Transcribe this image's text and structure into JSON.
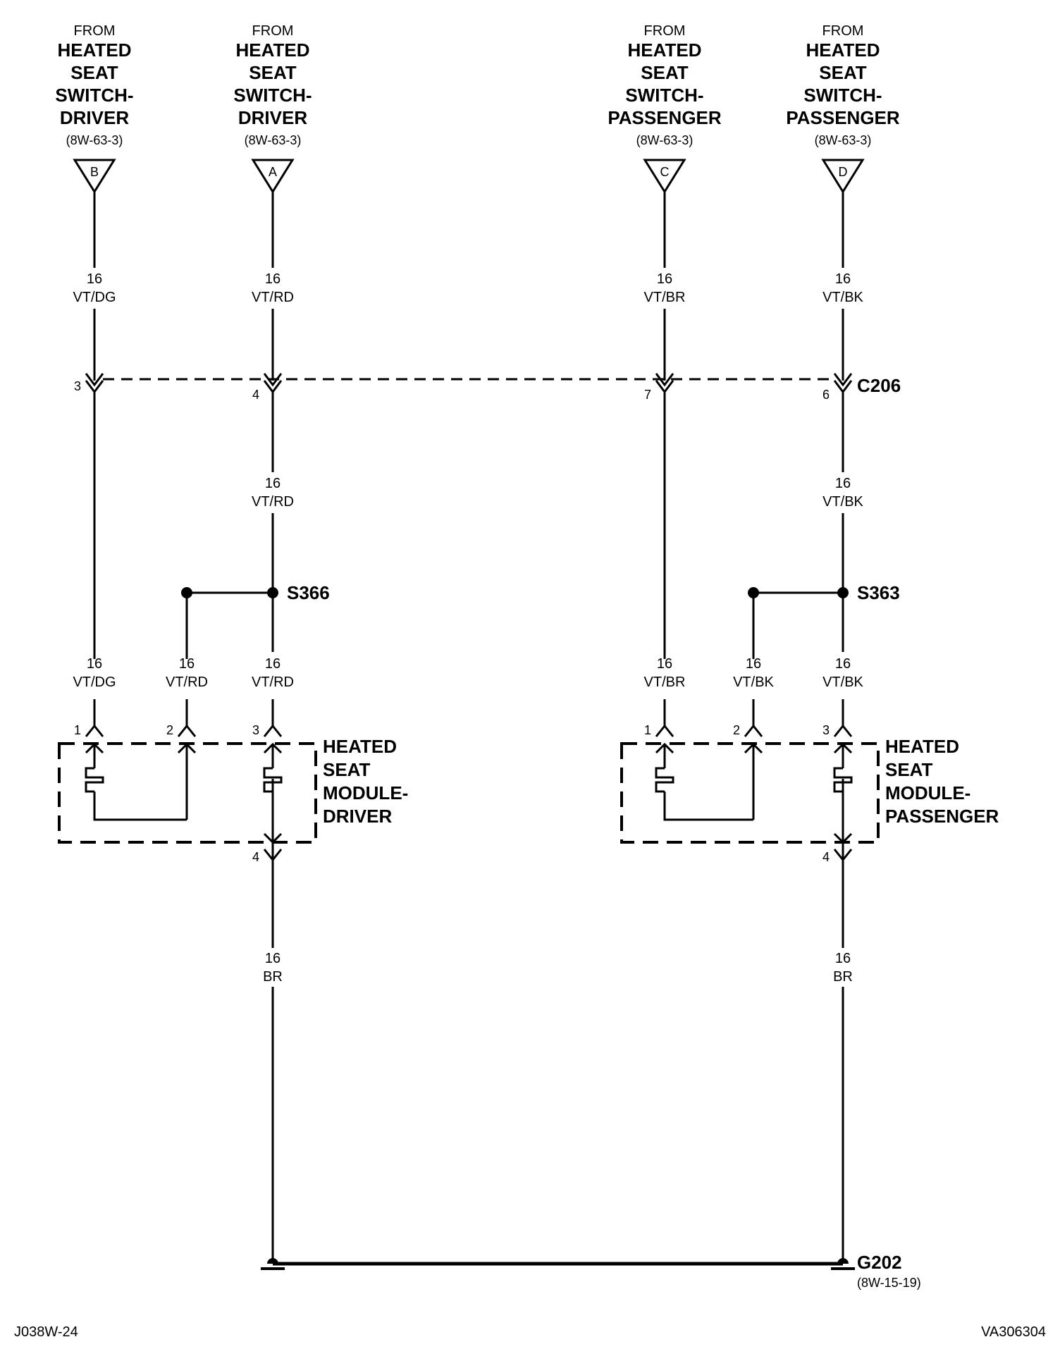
{
  "sources": [
    {
      "from": "FROM",
      "lines": [
        "HEATED",
        "SEAT",
        "SWITCH-",
        "DRIVER"
      ],
      "ref": "(8W-63-3)",
      "letter": "B"
    },
    {
      "from": "FROM",
      "lines": [
        "HEATED",
        "SEAT",
        "SWITCH-",
        "DRIVER"
      ],
      "ref": "(8W-63-3)",
      "letter": "A"
    },
    {
      "from": "FROM",
      "lines": [
        "HEATED",
        "SEAT",
        "SWITCH-",
        "PASSENGER"
      ],
      "ref": "(8W-63-3)",
      "letter": "C"
    },
    {
      "from": "FROM",
      "lines": [
        "HEATED",
        "SEAT",
        "SWITCH-",
        "PASSENGER"
      ],
      "ref": "(8W-63-3)",
      "letter": "D"
    }
  ],
  "upper_wires": [
    {
      "gauge": "16",
      "color": "VT/DG"
    },
    {
      "gauge": "16",
      "color": "VT/RD"
    },
    {
      "gauge": "16",
      "color": "VT/BR"
    },
    {
      "gauge": "16",
      "color": "VT/BK"
    }
  ],
  "connector_c206": {
    "name": "C206",
    "pins": [
      "3",
      "4",
      "7",
      "6"
    ]
  },
  "mid_wires": [
    {
      "gauge": "16",
      "color": "VT/RD"
    },
    {
      "gauge": "16",
      "color": "VT/BK"
    }
  ],
  "splices": [
    "S366",
    "S363"
  ],
  "module_wires": [
    {
      "gauge": "16",
      "color": "VT/DG"
    },
    {
      "gauge": "16",
      "color": "VT/RD"
    },
    {
      "gauge": "16",
      "color": "VT/RD"
    },
    {
      "gauge": "16",
      "color": "VT/BR"
    },
    {
      "gauge": "16",
      "color": "VT/BK"
    },
    {
      "gauge": "16",
      "color": "VT/BK"
    }
  ],
  "modules": [
    {
      "lines": [
        "HEATED",
        "SEAT",
        "MODULE-",
        "DRIVER"
      ],
      "pins": [
        "1",
        "2",
        "3",
        "4"
      ]
    },
    {
      "lines": [
        "HEATED",
        "SEAT",
        "MODULE-",
        "PASSENGER"
      ],
      "pins": [
        "1",
        "2",
        "3",
        "4"
      ]
    }
  ],
  "ground_wires": [
    {
      "gauge": "16",
      "color": "BR"
    },
    {
      "gauge": "16",
      "color": "BR"
    }
  ],
  "ground": {
    "name": "G202",
    "ref": "(8W-15-19)"
  },
  "footer": {
    "left": "J038W-24",
    "right": "VA306304"
  }
}
